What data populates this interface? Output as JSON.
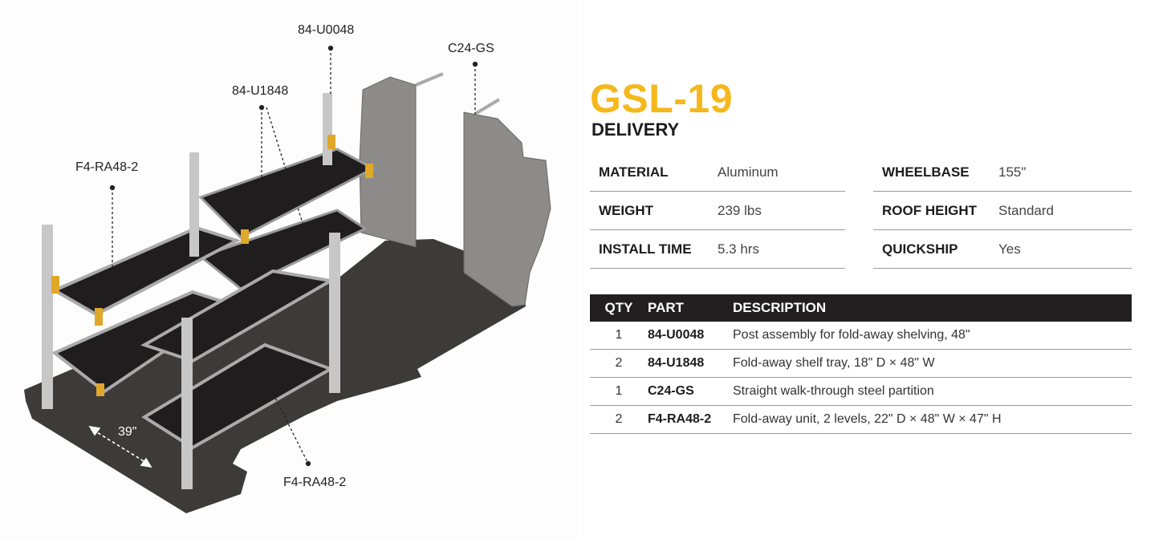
{
  "product": {
    "title": "GSL-19",
    "subtitle": "DELIVERY"
  },
  "specs_left": [
    {
      "label": "MATERIAL",
      "value": "Aluminum"
    },
    {
      "label": "WEIGHT",
      "value": "239 lbs"
    },
    {
      "label": "INSTALL TIME",
      "value": "5.3 hrs"
    }
  ],
  "specs_right": [
    {
      "label": "WHEELBASE",
      "value": "155\""
    },
    {
      "label": "ROOF HEIGHT",
      "value": "Standard"
    },
    {
      "label": "QUICKSHIP",
      "value": "Yes"
    }
  ],
  "parts_table": {
    "headers": {
      "qty": "QTY",
      "part": "PART",
      "description": "DESCRIPTION"
    },
    "rows": [
      {
        "qty": "1",
        "part": "84-U0048",
        "description": "Post assembly for fold-away shelving, 48\""
      },
      {
        "qty": "2",
        "part": "84-U1848",
        "description": "Fold-away shelf tray, 18\" D × 48\" W"
      },
      {
        "qty": "1",
        "part": "C24-GS",
        "description": "Straight walk-through steel partition"
      },
      {
        "qty": "2",
        "part": "F4-RA48-2",
        "description": "Fold-away unit, 2 levels, 22\" D × 48\" W × 47\" H"
      }
    ]
  },
  "callouts": {
    "post_assembly": "84-U0048",
    "partition": "C24-GS",
    "shelf_tray": "84-U1848",
    "fold_away_upper": "F4-RA48-2",
    "fold_away_lower": "F4-RA48-2",
    "depth_dimension": "39\""
  },
  "colors": {
    "accent": "#f5b81c",
    "header_bg": "#231f20",
    "floor": "#3d3a3a",
    "partition": "#8c8c8c"
  }
}
